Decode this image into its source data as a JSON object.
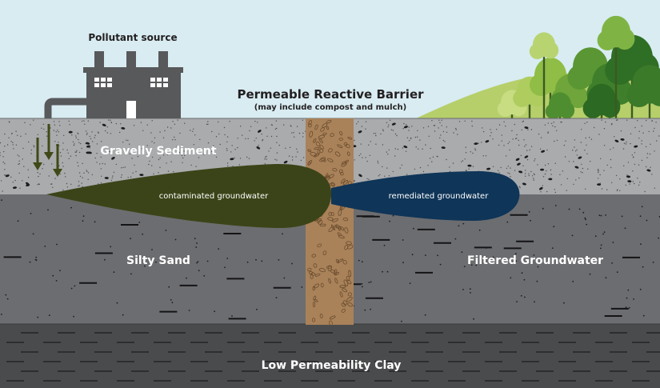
{
  "labels": {
    "pollutant_source": "Pollutant source",
    "barrier_title": "Permeable Reactive Barrier",
    "barrier_subtitle": "(may include compost and mulch)",
    "gravelly_sediment": "Gravelly Sediment",
    "contaminated": "contaminated groundwater",
    "remediated": "remediated groundwater",
    "silty_sand": "Silty Sand",
    "filtered": "Filtered Groundwater",
    "clay": "Low Permeability Clay"
  },
  "colors": {
    "sky": "#d8ecf2",
    "gravel": "#a9abad",
    "sand": "#6c6d70",
    "clay": "#4a4b4d",
    "barrier": "#a9825a",
    "contaminated_plume": "#3b4418",
    "remediated_plume": "#0f3558",
    "hill": "#b6cf6a",
    "factory": "#58595b",
    "arrow": "#3f4a16"
  },
  "icons": {
    "factory": "factory-icon",
    "arrows": "down-arrow-icon",
    "trees": "tree-icon"
  }
}
